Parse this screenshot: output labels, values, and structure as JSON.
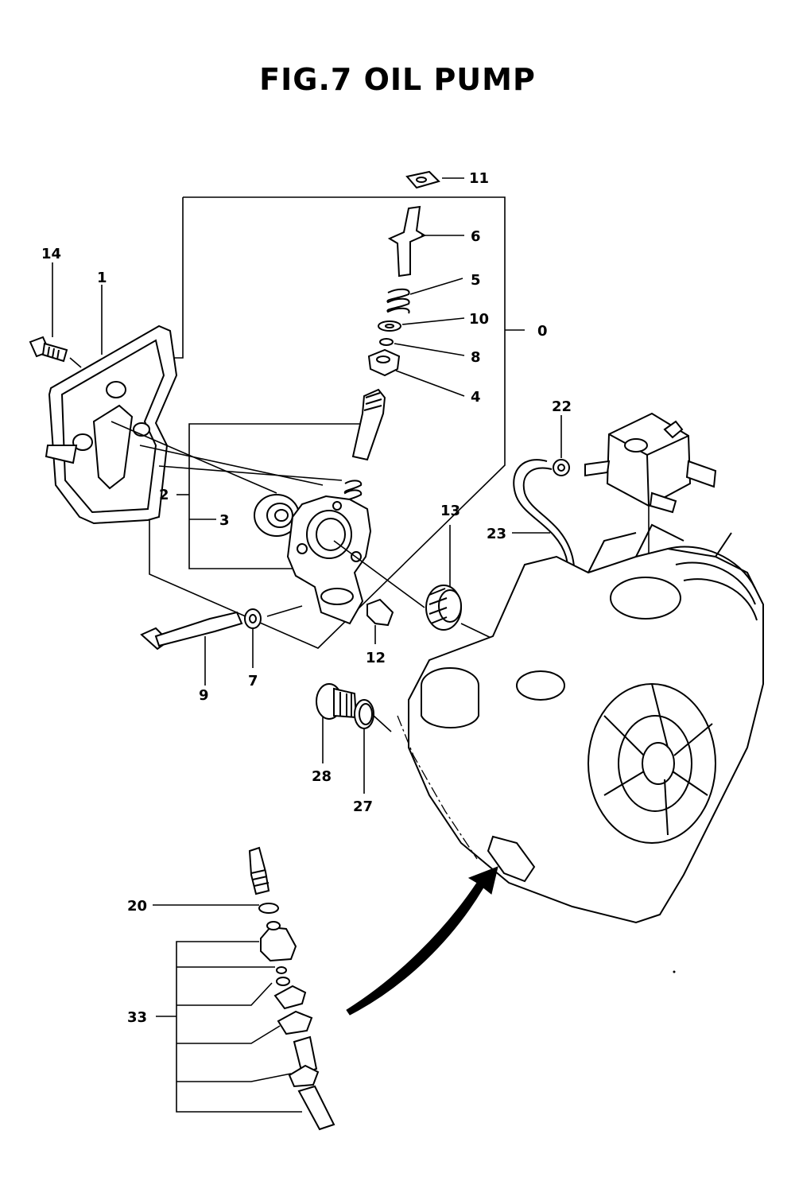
{
  "title": "FIG.7   OIL  PUMP",
  "callouts": [
    {
      "id": "c11",
      "text": "11"
    },
    {
      "id": "c6",
      "text": "6"
    },
    {
      "id": "c14",
      "text": "14"
    },
    {
      "id": "c1",
      "text": "1"
    },
    {
      "id": "c5",
      "text": "5"
    },
    {
      "id": "c10",
      "text": "10"
    },
    {
      "id": "c0",
      "text": "0"
    },
    {
      "id": "c8",
      "text": "8"
    },
    {
      "id": "c4",
      "text": "4"
    },
    {
      "id": "c22",
      "text": "22"
    },
    {
      "id": "c2",
      "text": "2"
    },
    {
      "id": "c13",
      "text": "13"
    },
    {
      "id": "c3",
      "text": "3"
    },
    {
      "id": "c23",
      "text": "23"
    },
    {
      "id": "c12",
      "text": "12"
    },
    {
      "id": "c9",
      "text": "9"
    },
    {
      "id": "c7",
      "text": "7"
    },
    {
      "id": "c28",
      "text": "28"
    },
    {
      "id": "c27",
      "text": "27"
    },
    {
      "id": "c20",
      "text": "20"
    },
    {
      "id": "c33",
      "text": "33"
    }
  ]
}
